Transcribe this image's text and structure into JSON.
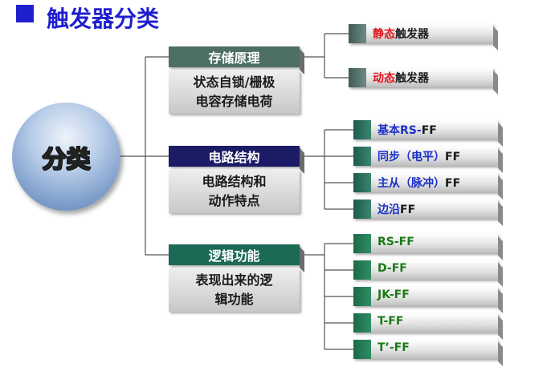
{
  "title": "触发器分类",
  "center_label": "分类",
  "categories": [
    {
      "header": "存储原理",
      "header_color": "#4d6f66",
      "description": "状态自锁/栅极\n电容存储电荷",
      "items": [
        {
          "highlight": "静态",
          "rest": "触发器"
        },
        {
          "highlight": "动态",
          "rest": "触发器"
        }
      ]
    },
    {
      "header": "电路结构",
      "header_color": "#1c1c66",
      "description": "电路结构和\n动作特点",
      "items": [
        {
          "highlight": "基本RS-",
          "rest": "FF"
        },
        {
          "highlight": "同步（电平）",
          "rest": "FF"
        },
        {
          "highlight": "主从（脉冲）",
          "rest": "FF"
        },
        {
          "highlight": "边沿",
          "rest": "FF"
        }
      ]
    },
    {
      "header": "逻辑功能",
      "header_color": "#1b6a55",
      "description": "表现出来的逻\n辑功能",
      "items": [
        {
          "label": "RS-FF"
        },
        {
          "label": "D-FF"
        },
        {
          "label": "JK-FF"
        },
        {
          "label": "T-FF"
        },
        {
          "label": "T’-FF"
        }
      ]
    }
  ],
  "colors": {
    "title_blue": "#1f1fcf",
    "dynamic_red": "#e0151b",
    "circuit_blue": "#1b2fc6",
    "logic_green": "#1b7a16"
  }
}
